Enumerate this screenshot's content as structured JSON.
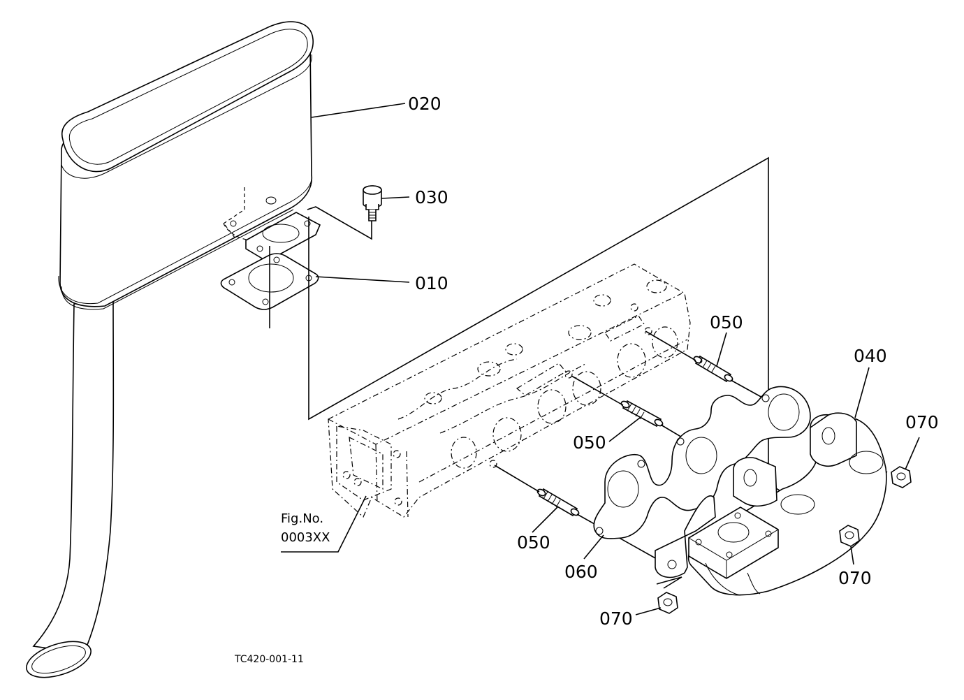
{
  "callouts": [
    {
      "id": "020",
      "text": "020"
    },
    {
      "id": "030",
      "text": "030"
    },
    {
      "id": "010",
      "text": "010"
    },
    {
      "id": "050a",
      "text": "050"
    },
    {
      "id": "040",
      "text": "040"
    },
    {
      "id": "070a",
      "text": "070"
    },
    {
      "id": "050b",
      "text": "050"
    },
    {
      "id": "050c",
      "text": "050"
    },
    {
      "id": "060",
      "text": "060"
    },
    {
      "id": "070b",
      "text": "070"
    },
    {
      "id": "070c",
      "text": "070"
    }
  ],
  "figref": {
    "line1": "Fig.No.",
    "line2": "0003XX"
  },
  "drawing_code": "TC420-001-11"
}
